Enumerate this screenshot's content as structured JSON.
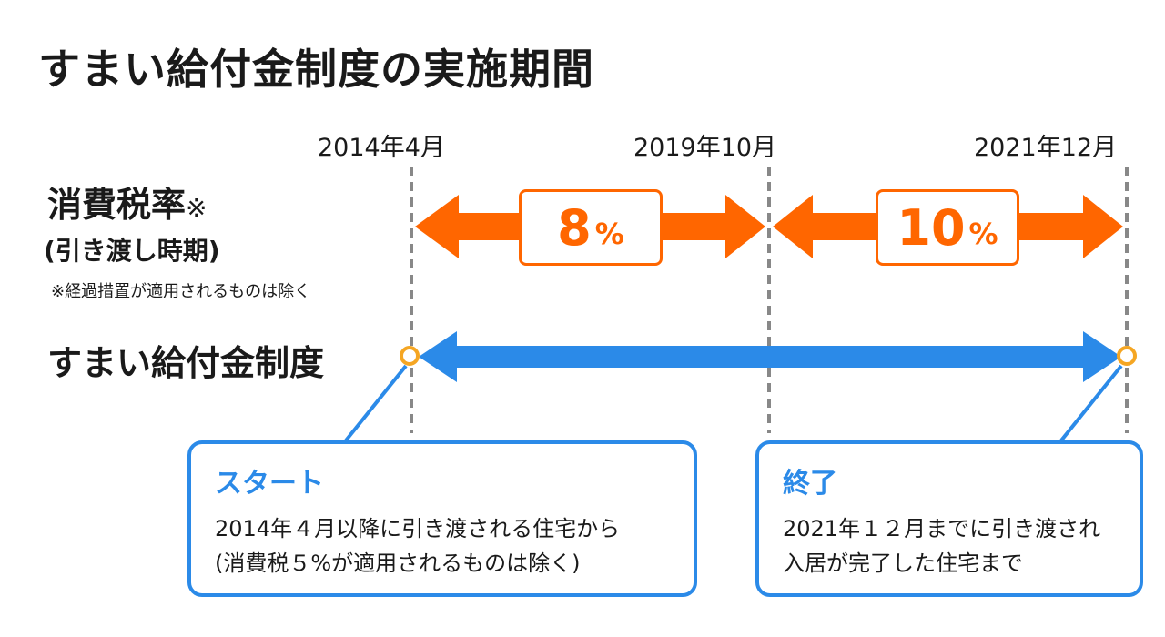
{
  "title": "すまい給付金制度の実施期間",
  "dates": [
    "2014年4月",
    "2019年10月",
    "2021年12月"
  ],
  "tax_rate": {
    "label": "消費税率",
    "mark": "※",
    "sub": "(引き渡し時期)",
    "note": "※経過措置が適用されるものは除く",
    "periods": [
      {
        "value": "8",
        "unit": "%"
      },
      {
        "value": "10",
        "unit": "%"
      }
    ]
  },
  "benefit": {
    "label": "すまい給付金制度"
  },
  "start": {
    "head": "スタート",
    "lines": [
      "2014年４月以降に引き渡される住宅から",
      "(消費税５%が適用されるものは除く)"
    ]
  },
  "end": {
    "head": "終了",
    "lines": [
      "2021年１２月までに引き渡され",
      "入居が完了した住宅まで"
    ]
  },
  "colors": {
    "tax_arrow": "#ff6600",
    "benefit_arrow": "#2b8ae8",
    "marker": "#f5a623",
    "guide": "#888888"
  }
}
